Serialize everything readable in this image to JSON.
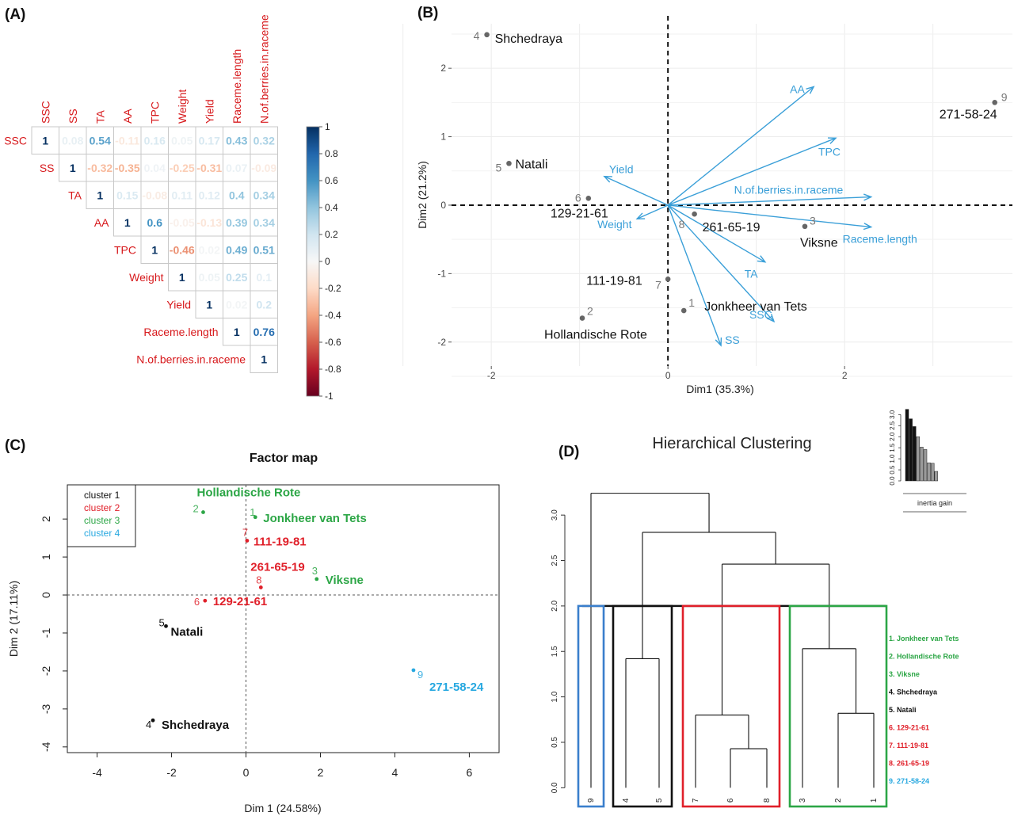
{
  "chart_data": [
    {
      "id": "A",
      "panel_label": "(A)",
      "type": "heatmap",
      "variables": [
        "SSC",
        "SS",
        "TA",
        "AA",
        "TPC",
        "Weight",
        "Yield",
        "Raceme.length",
        "N.of.berries.in.raceme"
      ],
      "matrix_upper": [
        [
          1,
          0.08,
          0.54,
          -0.11,
          0.16,
          0.05,
          0.17,
          0.43,
          0.32
        ],
        [
          null,
          1,
          -0.32,
          -0.35,
          0.04,
          -0.25,
          -0.31,
          0.07,
          -0.09
        ],
        [
          null,
          null,
          1,
          0.15,
          -0.08,
          0.11,
          0.12,
          0.4,
          0.34
        ],
        [
          null,
          null,
          null,
          1,
          0.6,
          -0.05,
          -0.13,
          0.39,
          0.34
        ],
        [
          null,
          null,
          null,
          null,
          1,
          -0.46,
          0.02,
          0.49,
          0.51
        ],
        [
          null,
          null,
          null,
          null,
          null,
          1,
          0.05,
          0.25,
          0.1
        ],
        [
          null,
          null,
          null,
          null,
          null,
          null,
          1,
          0.02,
          0.2
        ],
        [
          null,
          null,
          null,
          null,
          null,
          null,
          null,
          1,
          0.76
        ],
        [
          null,
          null,
          null,
          null,
          null,
          null,
          null,
          null,
          1
        ]
      ],
      "colorbar_ticks": [
        "1",
        "0.8",
        "0.6",
        "0.4",
        "0.2",
        "0",
        "-0.2",
        "-0.4",
        "-0.6",
        "-0.8",
        "-1"
      ],
      "colors": {
        "positive": "#053061",
        "negative": "#67001f",
        "labels": "#d7191c"
      }
    },
    {
      "id": "B",
      "panel_label": "(B)",
      "type": "scatter",
      "xlabel": "Dim1 (35.3%)",
      "ylabel": "Dim2 (21.2%)",
      "xlim": [
        -2.45,
        3.9
      ],
      "ylim": [
        -2.35,
        2.65
      ],
      "xticks": [
        -2,
        0,
        2
      ],
      "yticks": [
        -2,
        -1,
        0,
        1,
        2
      ],
      "points": [
        {
          "num": "4",
          "name": "Shchedraya",
          "x": -2.05,
          "y": 2.49
        },
        {
          "num": "9",
          "name": "271-58-24",
          "x": 3.7,
          "y": 1.5
        },
        {
          "num": "5",
          "name": "Natali",
          "x": -1.8,
          "y": 0.61
        },
        {
          "num": "6",
          "name": "129-21-61",
          "x": -0.9,
          "y": 0.1
        },
        {
          "num": "8",
          "name": "261-65-19",
          "x": 0.3,
          "y": -0.13
        },
        {
          "num": "3",
          "name": "Viksne",
          "x": 1.55,
          "y": -0.31
        },
        {
          "num": "7",
          "name": "111-19-81",
          "x": 0.0,
          "y": -1.08
        },
        {
          "num": "1",
          "name": "Jonkheer van Tets",
          "x": 0.18,
          "y": -1.54
        },
        {
          "num": "2",
          "name": "Hollandische Rote",
          "x": -0.97,
          "y": -1.65
        }
      ],
      "arrows": [
        {
          "name": "AA",
          "x": 1.65,
          "y": 1.73
        },
        {
          "name": "TPC",
          "x": 1.9,
          "y": 0.98
        },
        {
          "name": "Yield",
          "x": -0.72,
          "y": 0.42
        },
        {
          "name": "N.of.berries.in.raceme",
          "x": 2.3,
          "y": 0.12
        },
        {
          "name": "Raceme.length",
          "x": 2.3,
          "y": -0.32
        },
        {
          "name": "Weight",
          "x": -0.35,
          "y": -0.2
        },
        {
          "name": "TA",
          "x": 1.1,
          "y": -0.83
        },
        {
          "name": "SSC",
          "x": 1.2,
          "y": -1.7
        },
        {
          "name": "SS",
          "x": 0.6,
          "y": -2.05
        }
      ],
      "colors": {
        "arrow": "#3a9fd8",
        "point": "#666666"
      }
    },
    {
      "id": "C",
      "panel_label": "(C)",
      "type": "scatter",
      "title": "Factor map",
      "xlabel": "Dim 1 (24.58%)",
      "ylabel": "Dim 2 (17.11%)",
      "xlim": [
        -4.8,
        6.8
      ],
      "ylim": [
        -4.15,
        2.9
      ],
      "xticks": [
        -4,
        -2,
        0,
        2,
        4,
        6
      ],
      "yticks": [
        -4,
        -3,
        -2,
        -1,
        0,
        1,
        2
      ],
      "legend": [
        "cluster 1",
        "cluster 2",
        "cluster 3",
        "cluster 4"
      ],
      "legend_position": "top-left",
      "points": [
        {
          "num": "2",
          "name": "Hollandische Rote",
          "x": -1.15,
          "y": 2.18,
          "cluster": 3
        },
        {
          "num": "1",
          "name": "Jonkheer van Tets",
          "x": 0.25,
          "y": 2.05,
          "cluster": 3
        },
        {
          "num": "7",
          "name": "111-19-81",
          "x": 0.03,
          "y": 1.43,
          "cluster": 2
        },
        {
          "num": "8",
          "name": "261-65-19",
          "x": 0.4,
          "y": 0.2,
          "cluster": 2
        },
        {
          "num": "3",
          "name": "Viksne",
          "x": 1.9,
          "y": 0.42,
          "cluster": 3
        },
        {
          "num": "6",
          "name": "129-21-61",
          "x": -1.1,
          "y": -0.15,
          "cluster": 2
        },
        {
          "num": "5",
          "name": "Natali",
          "x": -2.15,
          "y": -0.82,
          "cluster": 1
        },
        {
          "num": "9",
          "name": "271-58-24",
          "x": 4.5,
          "y": -1.98,
          "cluster": 4
        },
        {
          "num": "4",
          "name": "Shchedraya",
          "x": -2.5,
          "y": -3.3,
          "cluster": 1
        }
      ],
      "cluster_colors": [
        "#111111",
        "#e0202a",
        "#2ca646",
        "#27a8e0"
      ]
    },
    {
      "id": "D",
      "panel_label": "(D)",
      "type": "dendrogram",
      "title": "Hierarchical Clustering",
      "ylim": [
        -0.18,
        3.35
      ],
      "yticks": [
        "0.0",
        "0.5",
        "1.0",
        "1.5",
        "2.0",
        "2.5",
        "3.0"
      ],
      "leaf_labels": [
        "9",
        "4",
        "5",
        "7",
        "6",
        "8",
        "3",
        "2",
        "1"
      ],
      "merges": [
        {
          "left": "6",
          "right": "8",
          "height": 0.43
        },
        {
          "left": "7",
          "right": "6+8",
          "height": 0.8
        },
        {
          "left": "2",
          "right": "1",
          "height": 0.82
        },
        {
          "left": "3",
          "right": "2+1",
          "height": 1.53
        },
        {
          "left": "4",
          "right": "5",
          "height": 1.42
        },
        {
          "left": "cluster-red",
          "right": "cluster-green",
          "height": 2.46
        },
        {
          "left": "cluster-black",
          "right": "red+green",
          "height": 2.81
        },
        {
          "left": "9",
          "right": "rest",
          "height": 3.24
        }
      ],
      "cut_height": 2.0,
      "cluster_boxes": [
        {
          "color": "#3a7fcc",
          "leaves": [
            "9"
          ]
        },
        {
          "color": "#111111",
          "leaves": [
            "4",
            "5"
          ]
        },
        {
          "color": "#e0202a",
          "leaves": [
            "7",
            "6",
            "8"
          ]
        },
        {
          "color": "#2ca646",
          "leaves": [
            "3",
            "2",
            "1"
          ]
        }
      ],
      "legend": [
        {
          "text": "1. Jonkheer van Tets",
          "color": "#2ca646"
        },
        {
          "text": "2. Hollandische Rote",
          "color": "#2ca646"
        },
        {
          "text": "3. Viksne",
          "color": "#2ca646"
        },
        {
          "text": "4. Shchedraya",
          "color": "#111111"
        },
        {
          "text": "5. Natali",
          "color": "#111111"
        },
        {
          "text": "6. 129-21-61",
          "color": "#e0202a"
        },
        {
          "text": "7. 111-19-81",
          "color": "#e0202a"
        },
        {
          "text": "8. 261-65-19",
          "color": "#e0202a"
        },
        {
          "text": "9. 271-58-24",
          "color": "#27a8e0"
        }
      ],
      "inset": {
        "xlabel": "inertia gain",
        "yticks": [
          "0.0",
          "0.5",
          "1.0",
          "1.5",
          "2.0",
          "2.5",
          "3.0"
        ],
        "values": [
          3.24,
          2.81,
          2.46,
          2.0,
          1.53,
          1.42,
          0.82,
          0.8,
          0.43
        ]
      }
    }
  ]
}
